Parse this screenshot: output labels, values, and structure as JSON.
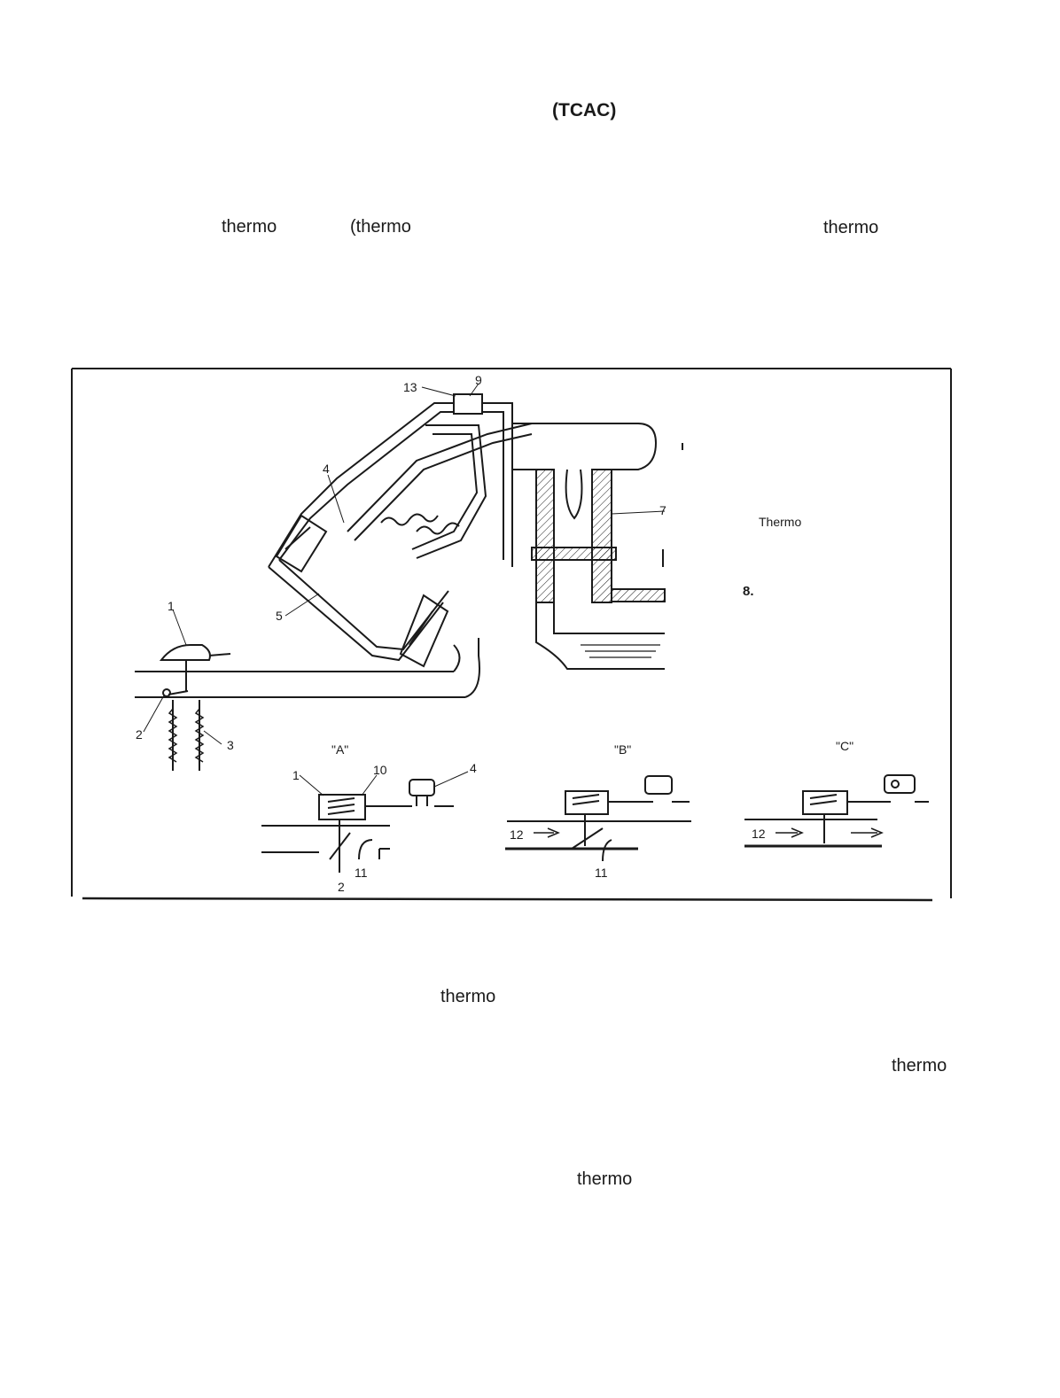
{
  "heading": "(TCAC)",
  "intro_words": [
    "thermo",
    "(thermo",
    "thermo"
  ],
  "body_words": [
    "thermo",
    "thermo",
    "thermo"
  ],
  "figure": {
    "callouts": [
      "1",
      "2",
      "3",
      "4",
      "5",
      "7",
      "9",
      "10",
      "11",
      "12",
      "13"
    ],
    "side_labels": {
      "thermo": "Thermo",
      "item_8": "8."
    },
    "views": {
      "a": "\"A\"",
      "b": "\"B\"",
      "c": "\"C\""
    }
  }
}
